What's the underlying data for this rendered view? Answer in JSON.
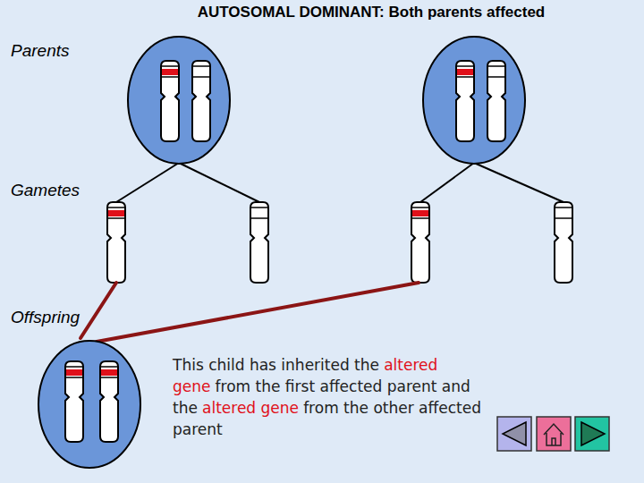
{
  "diagram": {
    "title": "AUTOSOMAL DOMINANT: Both parents affected",
    "labels": [
      "Parents",
      "Gametes",
      "Offspring",
      "This child has inherited the",
      "altered gene",
      "from the first affected parent and the",
      "altered gene",
      "from the other affected parent"
    ]
  }
}
